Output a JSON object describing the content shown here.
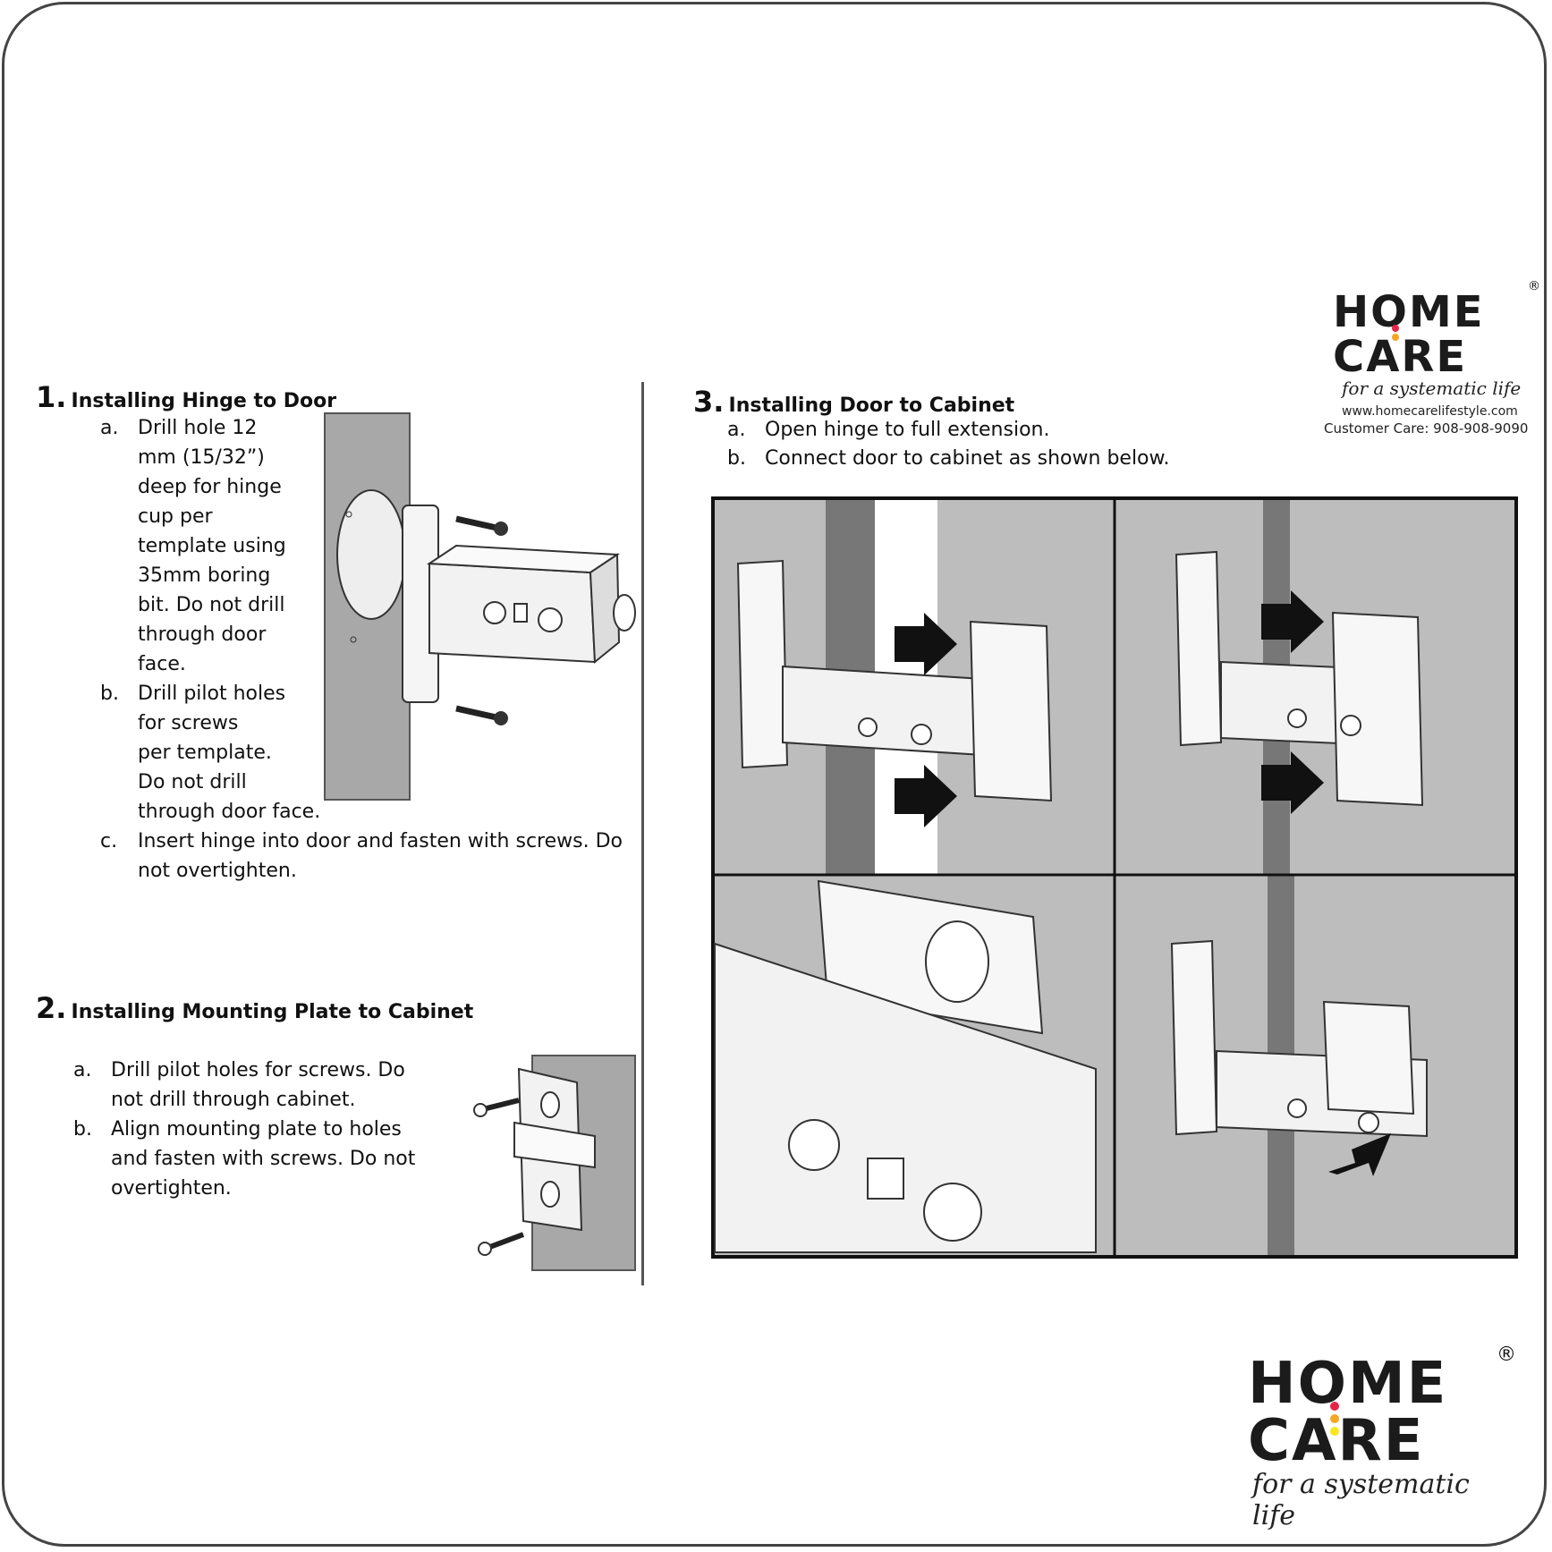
{
  "brand": {
    "line1": "HOME",
    "line2": "CARE",
    "tagline": "for a systematic life",
    "website": "www.homecarelifestyle.com",
    "customer_care": "Customer Care: 908-908-9090",
    "registered": "®",
    "dot_colors": [
      "#e8234a",
      "#f5a623",
      "#f8e71c"
    ]
  },
  "steps": [
    {
      "number": "1.",
      "title": "Installing Hinge to Door",
      "items": [
        {
          "marker": "a.",
          "lines": [
            "Drill hole 12",
            "mm (15/32”)",
            "deep for hinge",
            "cup per",
            "template using",
            "35mm boring",
            "bit. Do not drill",
            "through door",
            "face."
          ]
        },
        {
          "marker": "b.",
          "lines": [
            "Drill pilot holes",
            "for screws",
            "per template.",
            "Do not drill",
            "through door face."
          ]
        },
        {
          "marker": "c.",
          "lines": [
            "Insert hinge into door and fasten with screws. Do",
            "not overtighten."
          ]
        }
      ]
    },
    {
      "number": "2.",
      "title": "Installing Mounting Plate to Cabinet",
      "items": [
        {
          "marker": "a.",
          "lines": [
            "Drill pilot holes for screws. Do",
            "not drill through cabinet."
          ]
        },
        {
          "marker": "b.",
          "lines": [
            "Align mounting plate to holes",
            "and fasten with screws. Do not",
            "overtighten."
          ]
        }
      ]
    },
    {
      "number": "3.",
      "title": "Installing Door to Cabinet",
      "items": [
        {
          "marker": "a.",
          "lines": [
            "Open hinge to full extension."
          ]
        },
        {
          "marker": "b.",
          "lines": [
            "Connect door to cabinet as shown below."
          ]
        }
      ]
    }
  ]
}
